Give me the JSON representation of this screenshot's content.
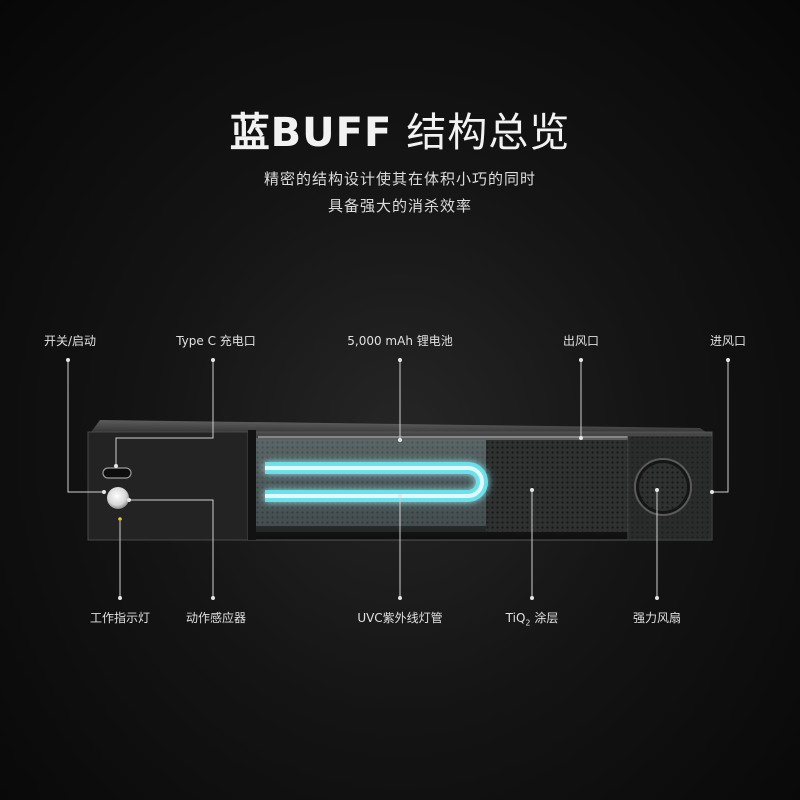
{
  "header": {
    "brand": "蓝BUFF",
    "title_rest": "结构总览",
    "subtitle_line1": "精密的结构设计使其在体积小巧的同时",
    "subtitle_line2": "具备强大的消杀效率"
  },
  "callouts_top": {
    "switch": "开关/启动",
    "type_c": "Type C 充电口",
    "battery": "5,000 mAh 锂电池",
    "outlet": "出风口",
    "inlet": "进风口"
  },
  "callouts_bottom": {
    "indicator": "工作指示灯",
    "motion_sensor": "动作感应器",
    "uvc_lamp": "UVC紫外线灯管",
    "tio2_prefix": "TiQ",
    "tio2_sub": "2",
    "tio2_suffix": " 涂层",
    "fan": "强力风扇"
  },
  "colors": {
    "background": "#0b0b0b",
    "uv_glow": "#7fe6f0",
    "text": "#e6e6e6"
  }
}
